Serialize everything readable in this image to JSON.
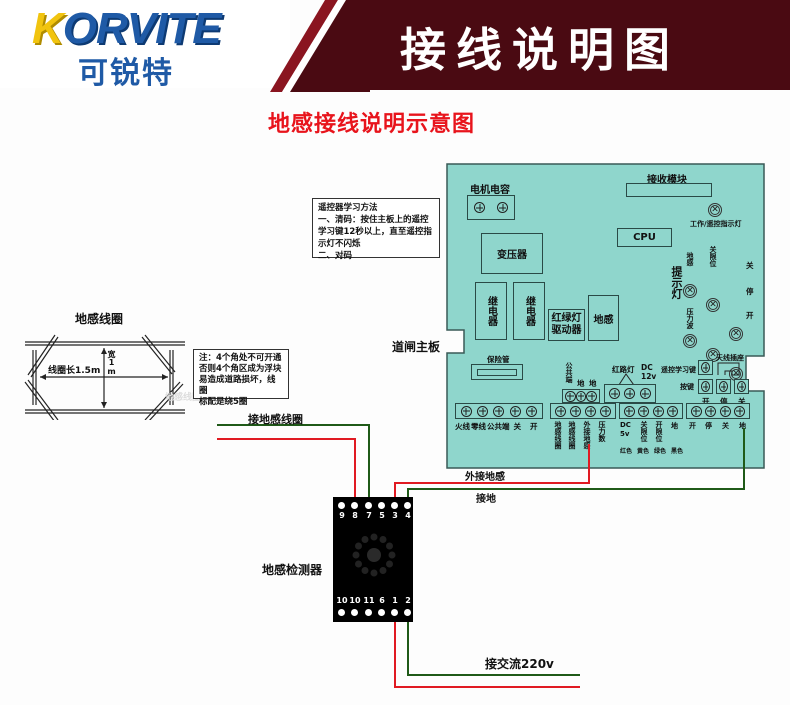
{
  "header": {
    "brand_en": "KORVITE",
    "brand_cn": "可锐特",
    "title": "接线说明图"
  },
  "main_title": "地感接线说明示意图",
  "remote_note": {
    "lines": [
      "遥控器学习方法",
      "一、清码：按住主板上的遥控",
      "学习键12秒以上，直至遥控指",
      "示灯不闪烁",
      "二、对码"
    ]
  },
  "loop": {
    "title": "地感线圈",
    "length_label": "线圈长1.5m",
    "width_label": "宽1m",
    "watermark": "地感线圈",
    "note_lines": [
      "注：4个角处不可开通",
      "否则4个角区成为浮块",
      "易造成道路损坏，线圈",
      "标配是绕5圈"
    ]
  },
  "board": {
    "label": "道闸主板",
    "motor_cap": "电机电容",
    "receiver": "接收模块",
    "work_lamp": "工作/遥控指示灯",
    "cpu": "CPU",
    "transformer": "变压器",
    "relay1": "继电器",
    "relay2": "继电器",
    "traffic_driver": "红绿灯驱动器",
    "loop_module": "地感",
    "fuse": "保险管",
    "hint_lamp_title": "提示灯",
    "hint_lamps": {
      "loop": "地感",
      "close_limit": "关限位",
      "pressure": "压力波"
    },
    "side_lamps": [
      "关",
      "停",
      "开"
    ],
    "top_terminals": {
      "common_labels": [
        "公共端",
        "地",
        "地"
      ],
      "traffic_light": "红路灯",
      "dc12": "DC 12v"
    },
    "remote_learn_key": "遥控学习键",
    "antenna": "天线插座",
    "buttons_label": "按键",
    "button_labels": [
      "开",
      "停",
      "关"
    ],
    "bottom_terminals": {
      "power": [
        "火线",
        "零线",
        "公共端",
        "关",
        "开"
      ],
      "loop": [
        "地感线圈",
        "地感线圈",
        "外接地感",
        "压力数"
      ],
      "limits": [
        "DC 5v",
        "关限位",
        "开限位",
        "地"
      ],
      "limit_colors": [
        "红色",
        "黄色",
        "绿色",
        "黑色"
      ],
      "control": [
        "开",
        "停",
        "关",
        "地"
      ]
    }
  },
  "wiring": {
    "loop_wire_label": "接地感线圈",
    "external_loop_label": "外接地感",
    "ground_label": "接地",
    "ac_label": "接交流220v"
  },
  "detector": {
    "label": "地感检测器",
    "top_pins": [
      "9",
      "8",
      "7",
      "5",
      "3",
      "4"
    ],
    "bottom_pins": [
      "10",
      "10",
      "11",
      "6",
      "1",
      "2"
    ]
  },
  "colors": {
    "board": "#8fd6cc",
    "header": "#4a0a12",
    "title_red": "#e8141c",
    "wire_red": "#e01a22",
    "wire_green": "#1f5a18",
    "brand_blue": "#1f5aa6",
    "brand_yellow": "#f1c40f"
  }
}
